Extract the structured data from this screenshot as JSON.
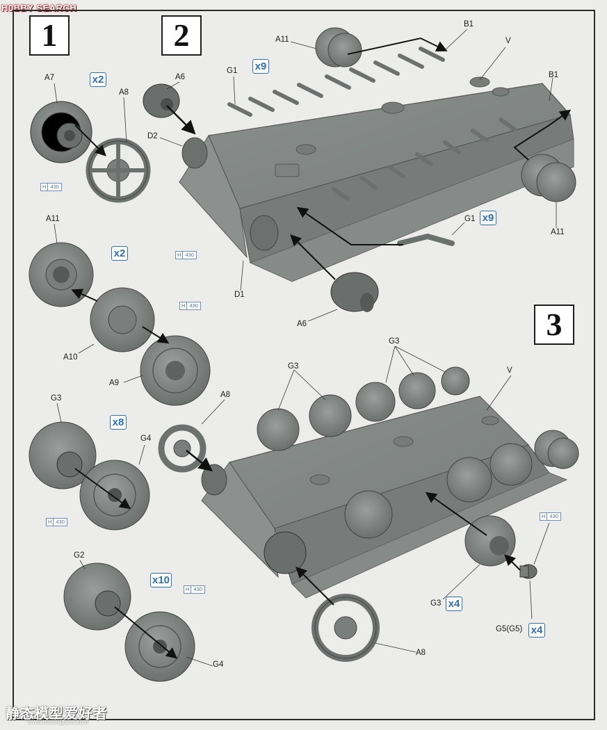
{
  "header": {
    "logo_text": "H0BBY SEARCH"
  },
  "watermark": {
    "cn": "静态模型爱好者",
    "url": "www.moxingfans.com"
  },
  "steps": {
    "one": "1",
    "two": "2",
    "three": "3"
  },
  "quantities": {
    "a7_set": "x2",
    "g1_top": "x9",
    "a11_set": "x2",
    "g1_side": "x9",
    "g3_set": "x8",
    "g2_set": "x10",
    "g3_step3": "x4",
    "g5_step3": "x4"
  },
  "hull_color_tag": {
    "key": "H",
    "value": "430"
  },
  "labels": {
    "a7": "A7",
    "a8_step1": "A8",
    "a11_step1": "A11",
    "a10": "A10",
    "a9": "A9",
    "g3_step1": "G3",
    "g4_step1a": "G4",
    "g2": "G2",
    "g4_step1b": "G4",
    "a6_top": "A6",
    "g1_top": "G1",
    "d2": "D2",
    "d1": "D1",
    "a11_top": "A11",
    "b1_top": "B1",
    "v_step2": "V",
    "b1_right": "B1",
    "a11_right": "A11",
    "g1_side": "G1",
    "a6_bottom": "A6",
    "g3_top": "G3",
    "g3_left": "G3",
    "v_step3": "V",
    "a8_step3a": "A8",
    "g3_step3": "G3",
    "g5": "G5(G5)",
    "a8_step3b": "A8"
  },
  "colors": {
    "part_gray": "#7e8381",
    "part_dark": "#5c615f",
    "qty_blue": "#2d6fb8",
    "paper": "#ececea"
  }
}
